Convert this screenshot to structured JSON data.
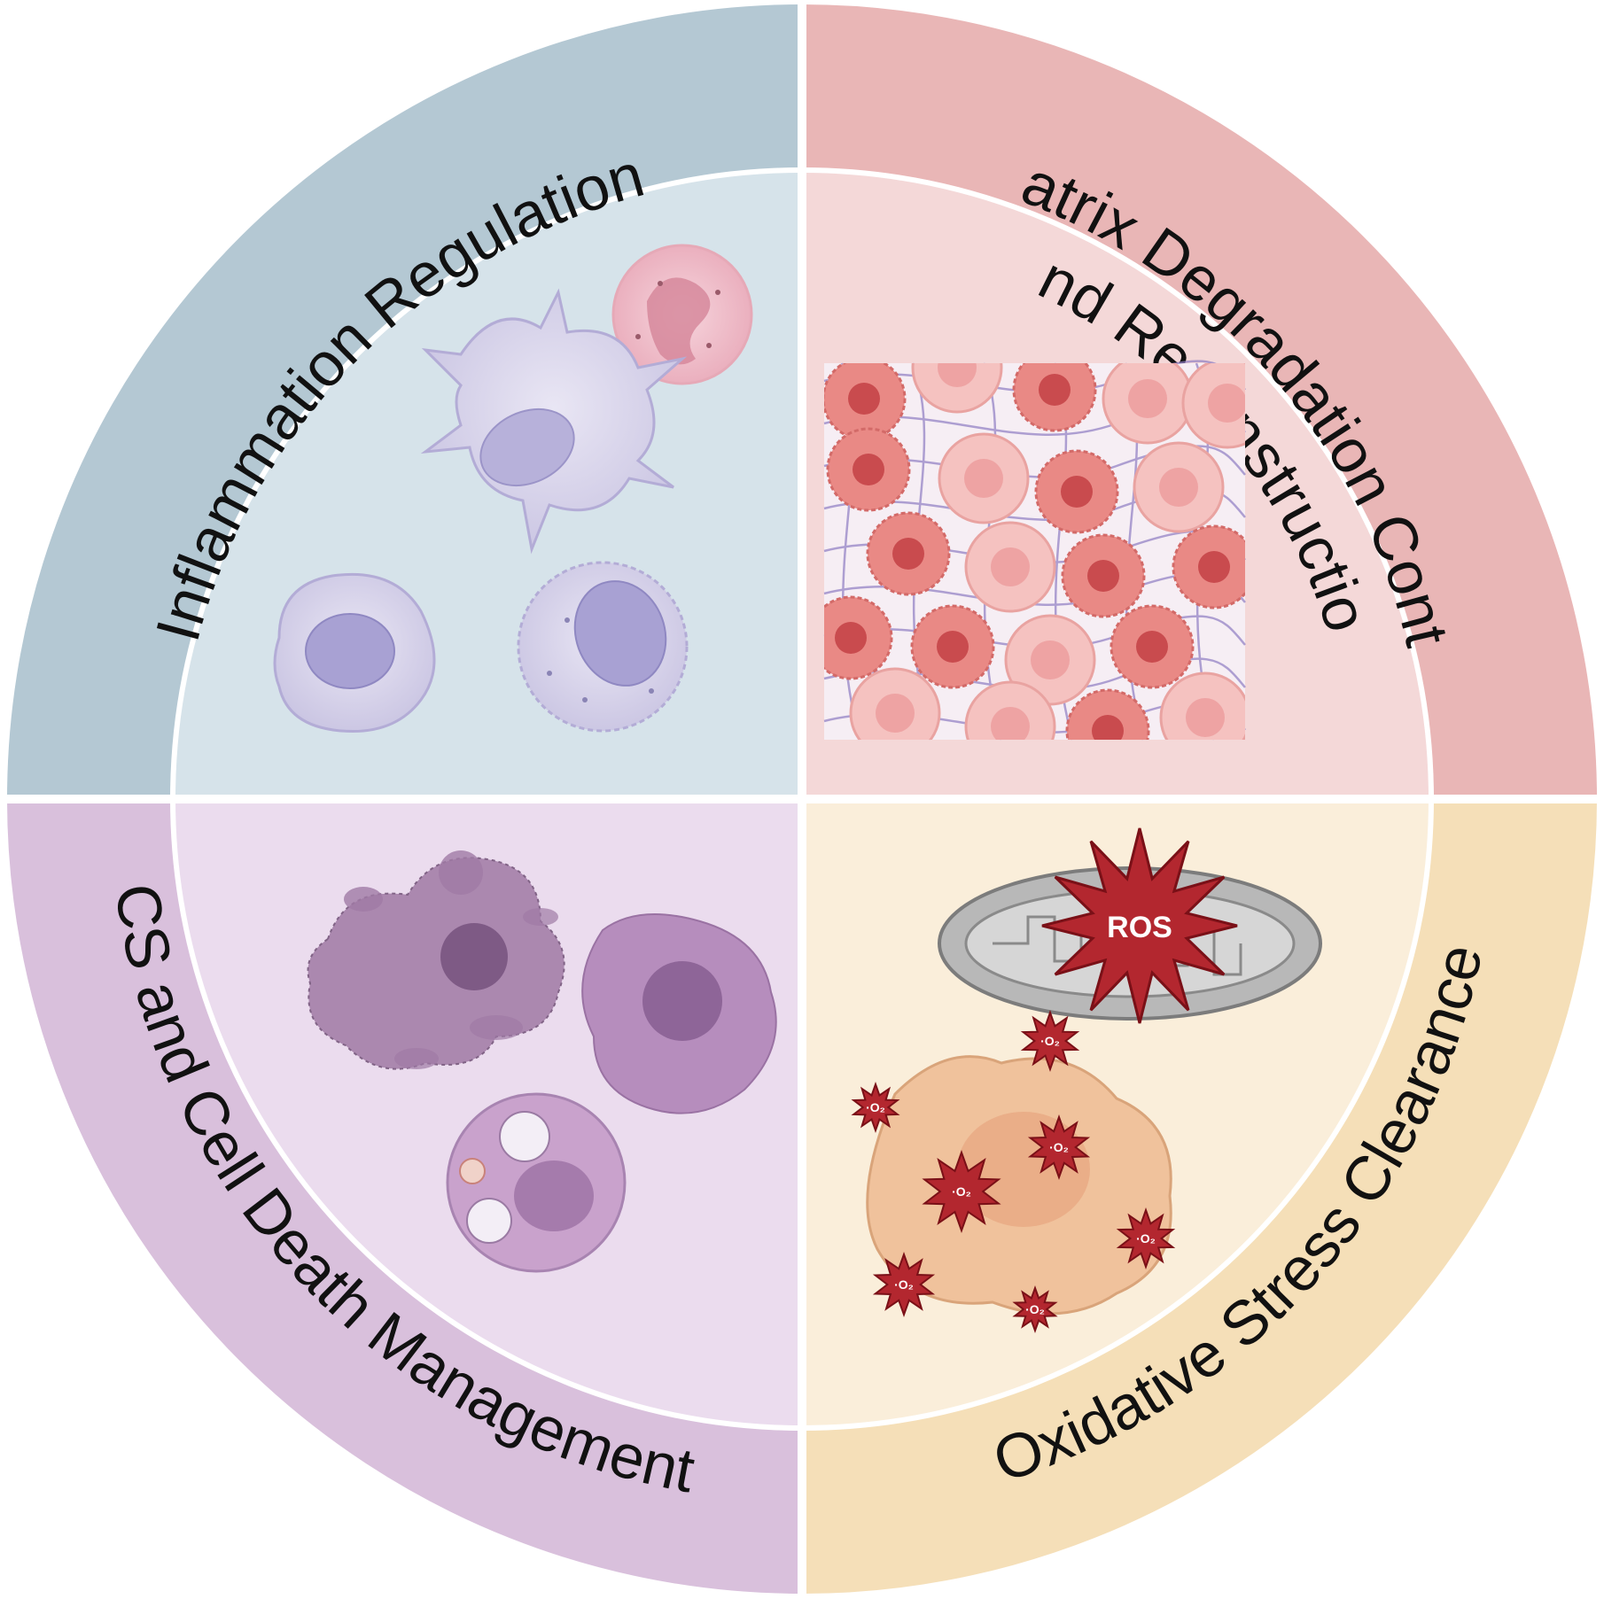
{
  "quadrants": {
    "top_left": {
      "label": "Inflammation Regulation",
      "outer_color": "#b4c8d3",
      "inner_color": "#d6e3ea"
    },
    "top_right": {
      "label_line1": "Matrix Degradation Control",
      "label_line2": "and Reconstruction",
      "outer_color": "#e9b6b6",
      "inner_color": "#f4d8d8"
    },
    "bottom_left": {
      "label": "CS and Cell Death Management",
      "outer_color": "#d9c0dc",
      "inner_color": "#ebdcee"
    },
    "bottom_right": {
      "label": "Oxidative Stress Clearance",
      "outer_color": "#f5dfb8",
      "inner_color": "#faeeda"
    }
  },
  "ros": {
    "label": "ROS",
    "superoxide_label": "·O₂"
  }
}
